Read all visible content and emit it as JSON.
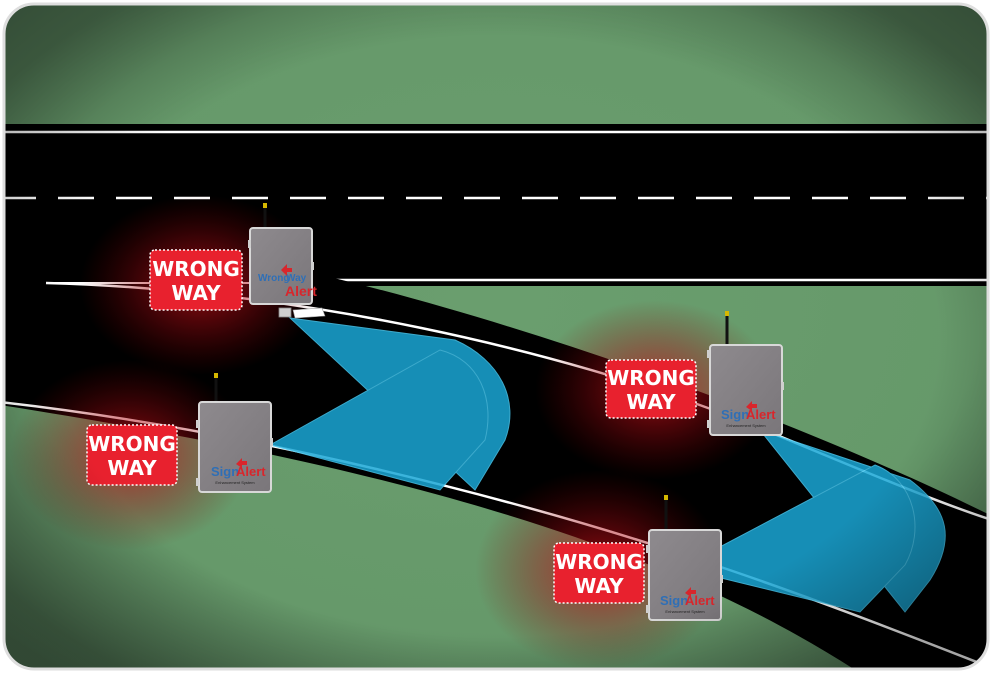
{
  "colors": {
    "grass": "#6a9e6e",
    "asphalt": "#000000",
    "sign_red": "#e8212e",
    "beam": "#19b4e6",
    "device": "#858185",
    "brand_blue": "#2f6fb6",
    "brand_red": "#d8262c"
  },
  "signs": [
    {
      "line1": "WRONG",
      "line2": "WAY"
    },
    {
      "line1": "WRONG",
      "line2": "WAY"
    },
    {
      "line1": "WRONG",
      "line2": "WAY"
    },
    {
      "line1": "WRONG",
      "line2": "WAY"
    }
  ],
  "devices": [
    {
      "brand_a": "Wrong",
      "brand_mid": "Way",
      "brand_b": "Alert",
      "icon": "arrow-icon"
    },
    {
      "brand_a": "Sign",
      "brand_b": "Alert",
      "subtitle": "Enhancement System",
      "icon": "arrow-icon"
    },
    {
      "brand_a": "Sign",
      "brand_b": "Alert",
      "subtitle": "Enhancement System",
      "icon": "arrow-icon"
    },
    {
      "brand_a": "Sign",
      "brand_b": "Alert",
      "subtitle": "Enhancement System",
      "icon": "arrow-icon"
    }
  ]
}
